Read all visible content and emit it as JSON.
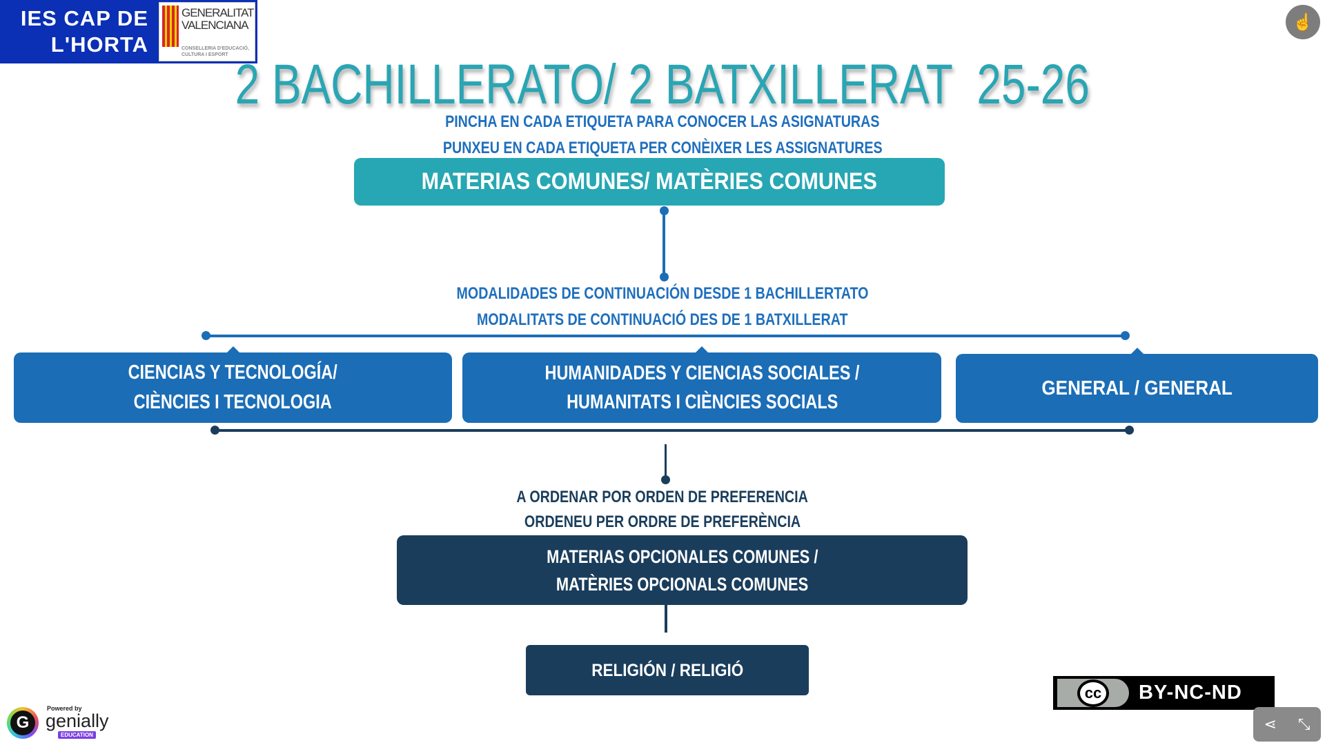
{
  "header": {
    "school_name": "IES CAP DE L'HORTA",
    "gv_logo_name": "GENERALITAT VALENCIANA",
    "gv_logo_sub": "CONSELLERIA D'EDUCACIÓ, CULTURA I ESPORT"
  },
  "title": "2 BACHILLERATO/ 2 BATXILLERAT  25-26",
  "instructions": [
    "PINCHA EN CADA ETIQUETA PARA CONOCER LAS ASIGNATURAS",
    "PUNXEU EN CADA ETIQUETA PER CONÈIXER LES ASSIGNATURES"
  ],
  "common": "MATERIAS COMUNES/ MATÈRIES COMUNES",
  "modalities_label": [
    "MODALIDADES DE CONTINUACIÓN DESDE 1 BACHILLERTATO",
    "MODALITATS DE CONTINUACIÓ DES DE 1 BATXILLERAT"
  ],
  "modalities": [
    {
      "line1": "CIENCIAS Y TECNOLOGÍA/",
      "line2": "CIÈNCIES I TECNOLOGIA"
    },
    {
      "line1": "HUMANIDADES Y CIENCIAS SOCIALES /",
      "line2": "HUMANITATS I CIÈNCIES SOCIALS"
    },
    {
      "line1": "GENERAL / GENERAL",
      "line2": ""
    }
  ],
  "order_label": [
    "A ORDENAR POR ORDEN DE PREFERENCIA",
    "ORDENEU PER ORDRE DE PREFERÈNCIA"
  ],
  "optional": {
    "line1": "MATERIAS OPCIONALES COMUNES /",
    "line2": "MATÈRIES OPCIONALS COMUNES"
  },
  "religion": "RELIGIÓN / RELIGIÓ",
  "license": {
    "cc": "cc",
    "text": "BY-NC-ND"
  },
  "footer": {
    "powered": "Powered by",
    "brand": "genially",
    "edition": "EDUCATION"
  },
  "colors": {
    "teal": "#27a7b3",
    "blue": "#1b6db6",
    "dark": "#1a3d5c"
  }
}
